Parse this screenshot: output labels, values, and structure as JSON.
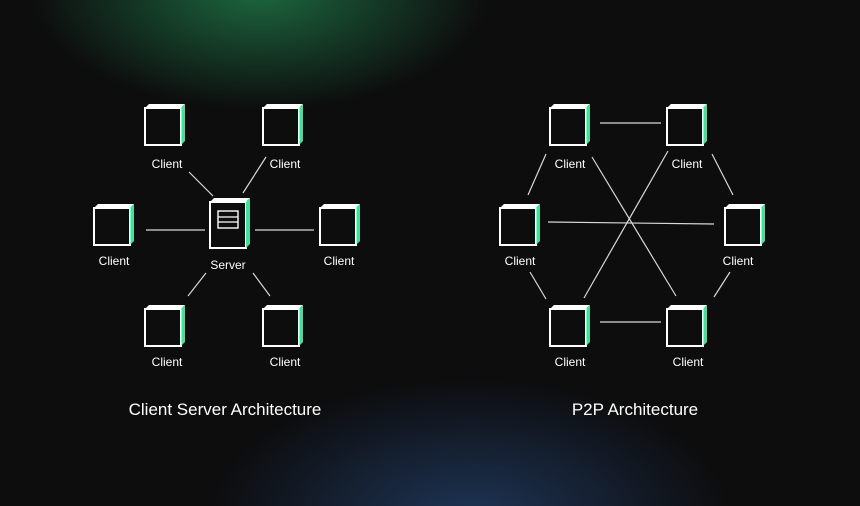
{
  "client_server": {
    "title": "Client Server Architecture",
    "server_label": "Server",
    "client_labels": [
      "Client",
      "Client",
      "Client",
      "Client",
      "Client",
      "Client"
    ]
  },
  "p2p": {
    "title": "P2P Architecture",
    "client_labels": [
      "Client",
      "Client",
      "Client",
      "Client",
      "Client",
      "Client"
    ]
  },
  "colors": {
    "accent": "#3ee29a",
    "box_face": "#ffffff",
    "background": "#0d0d0e",
    "line": "#d8d8d8"
  }
}
